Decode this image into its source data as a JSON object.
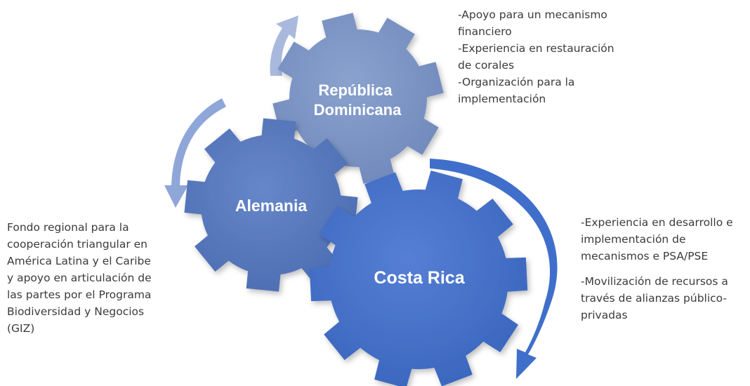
{
  "gears": {
    "rd": {
      "label_lines": [
        "República",
        "Dominicana"
      ],
      "color": "#7F98C6"
    },
    "de": {
      "label_lines": [
        "Alemania"
      ],
      "color": "#5A7BC0"
    },
    "cr": {
      "label_lines": [
        "Costa Rica"
      ],
      "color": "#4A78CF"
    }
  },
  "notes": {
    "republica_dominicana": [
      "-Apoyo para un mecanismo",
      "financiero",
      "-Experiencia en restauración",
      "de corales",
      "-Organización para la",
      "implementación"
    ],
    "alemania": [
      "Fondo regional para la",
      "cooperación triangular en",
      "América Latina y el Caribe",
      "y apoyo en articulación de",
      "las partes por el Programa",
      "Biodiversidad y Negocios",
      "(GIZ)"
    ],
    "costa_rica": [
      "-Experiencia en desarrollo e",
      "implementación de",
      "mecanismos e PSA/PSE",
      "",
      "-Movilización de recursos a",
      "través de alianzas público-",
      "privadas"
    ]
  },
  "colors": {
    "text": "#3b3b3b",
    "arrow_top": "#A9B9DD",
    "arrow_left": "#8FA6D8",
    "arrow_right": "#3F6FCB"
  }
}
